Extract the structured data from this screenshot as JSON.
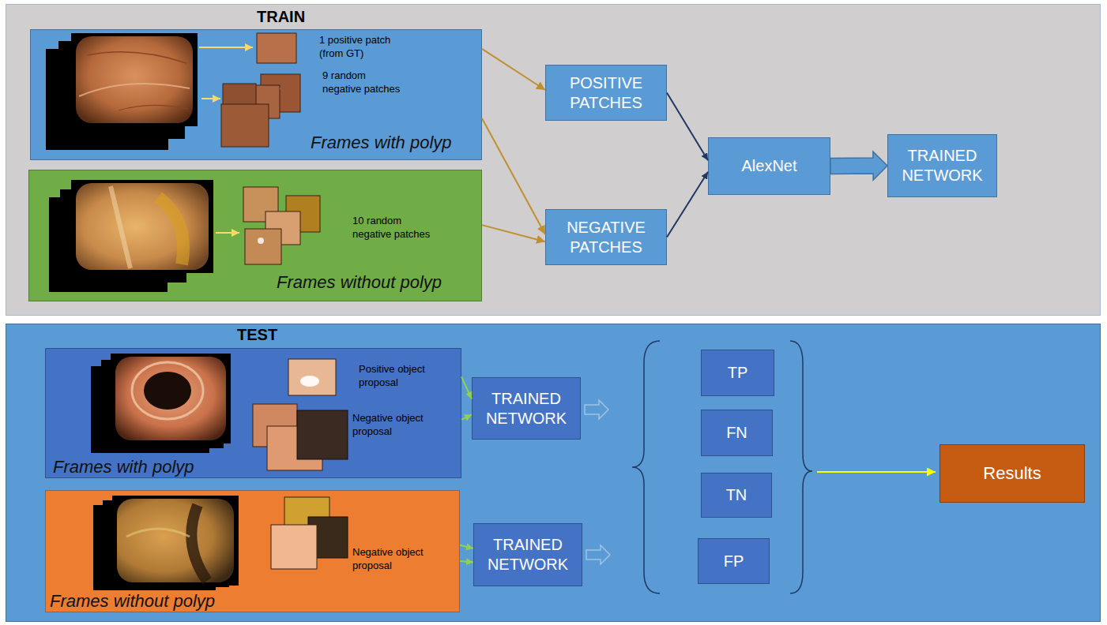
{
  "diagram": {
    "nodes": [
      {
        "text": [
          "TRAIN"
        ]
      },
      {
        "text": [
          "1 positive patch (from GT)",
          "9 random negative patches",
          "Frames with polyp"
        ],
        "in": 0
      },
      {
        "text": [
          "10 random negative patches",
          "Frames without polyp"
        ],
        "in": 0
      },
      {
        "text": [
          "POSITIVE PATCHES"
        ],
        "in": 0
      },
      {
        "text": [
          "NEGATIVE PATCHES"
        ],
        "in": 0
      },
      {
        "text": [
          "AlexNet"
        ],
        "in": 0
      },
      {
        "text": [
          "TRAINED NETWORK"
        ],
        "in": 0
      },
      {
        "text": [
          "TEST"
        ]
      },
      {
        "text": [
          "Positive object proposal",
          "Negative object proposal",
          "Frames with polyp"
        ],
        "in": 7
      },
      {
        "text": [
          "Negative object proposal",
          "Frames without polyp"
        ],
        "in": 7
      },
      {
        "text": [
          "TRAINED NETWORK"
        ],
        "in": 7
      },
      {
        "text": [
          "TRAINED NETWORK"
        ],
        "in": 7
      },
      {
        "text": [
          "TP"
        ],
        "in": 7
      },
      {
        "text": [
          "FN"
        ],
        "in": 7
      },
      {
        "text": [
          "TN"
        ],
        "in": 7
      },
      {
        "text": [
          "FP"
        ],
        "in": 7
      },
      {
        "text": [
          "Results"
        ],
        "in": 7
      }
    ],
    "edges": [
      {
        "from": 1,
        "to": 3,
        "arrow": "to"
      },
      {
        "from": 1,
        "to": 4,
        "arrow": "to"
      },
      {
        "from": 2,
        "to": 4,
        "arrow": "to"
      },
      {
        "from": 3,
        "to": 5,
        "arrow": "to"
      },
      {
        "from": 4,
        "to": 5,
        "arrow": "to"
      },
      {
        "from": 5,
        "to": 6,
        "arrow": "to"
      },
      {
        "from": 8,
        "to": 10,
        "arrow": "to"
      },
      {
        "from": 8,
        "to": 10,
        "arrow": "to"
      },
      {
        "from": 9,
        "to": 11,
        "arrow": "to"
      },
      {
        "from": 9,
        "to": 11,
        "arrow": "to"
      }
    ]
  }
}
